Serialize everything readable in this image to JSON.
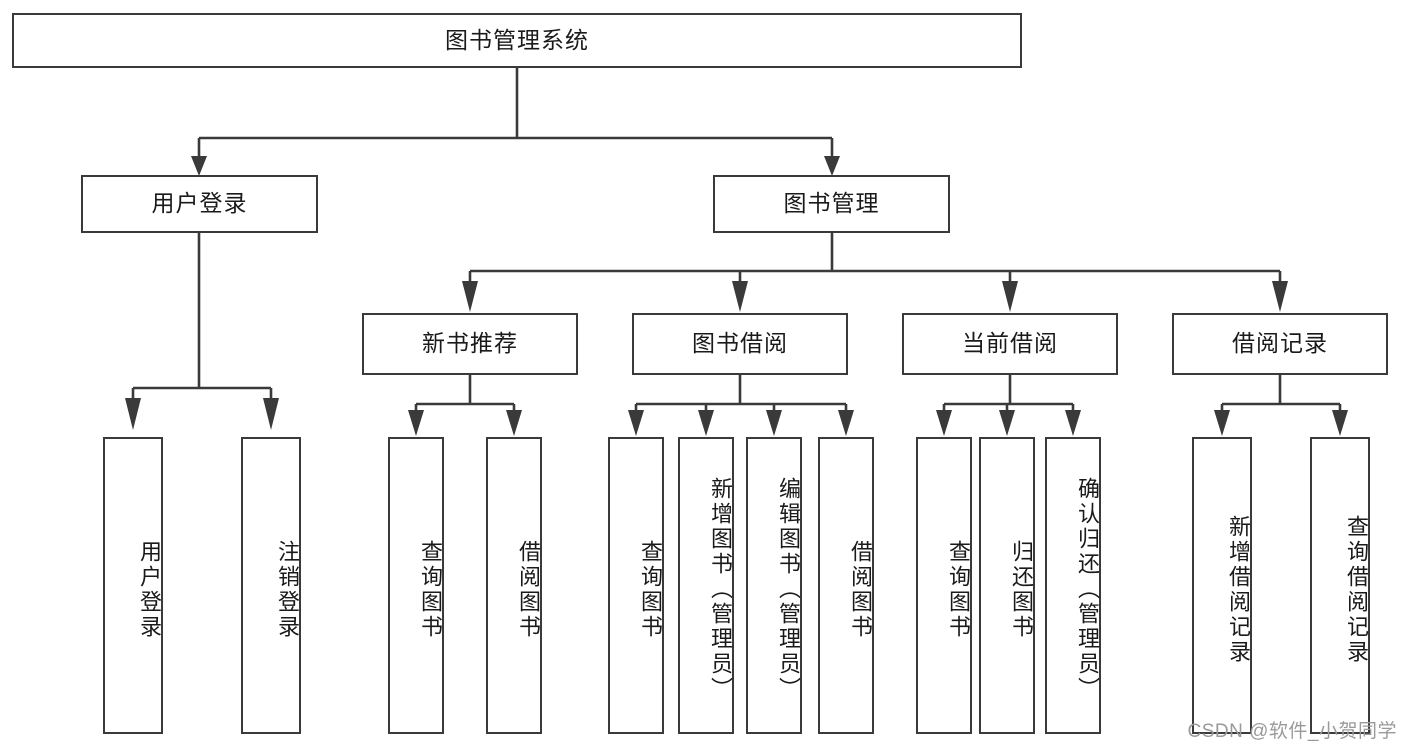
{
  "diagram": {
    "type": "tree",
    "title": "图书管理系统",
    "root": {
      "label": "图书管理系统"
    },
    "level1": [
      {
        "id": "user-login",
        "label": "用户登录"
      },
      {
        "id": "book-manage",
        "label": "图书管理"
      }
    ],
    "level2": [
      {
        "id": "new-book-recommend",
        "label": "新书推荐",
        "parent": "book-manage"
      },
      {
        "id": "book-borrow",
        "label": "图书借阅",
        "parent": "book-manage"
      },
      {
        "id": "current-borrow",
        "label": "当前借阅",
        "parent": "book-manage"
      },
      {
        "id": "borrow-record",
        "label": "借阅记录",
        "parent": "book-manage"
      }
    ],
    "leaves": [
      {
        "id": "leaf-user-login",
        "label": "用户登录",
        "parent": "user-login"
      },
      {
        "id": "leaf-user-logout",
        "label": "注销登录",
        "parent": "user-login"
      },
      {
        "id": "leaf-query-book-1",
        "label": "查询图书",
        "parent": "new-book-recommend"
      },
      {
        "id": "leaf-borrow-book-1",
        "label": "借阅图书",
        "parent": "new-book-recommend"
      },
      {
        "id": "leaf-query-book-2",
        "label": "查询图书",
        "parent": "book-borrow"
      },
      {
        "id": "leaf-add-book",
        "label": "新增图书（管理员）",
        "parent": "book-borrow"
      },
      {
        "id": "leaf-edit-book",
        "label": "编辑图书（管理员）",
        "parent": "book-borrow"
      },
      {
        "id": "leaf-borrow-book-2",
        "label": "借阅图书",
        "parent": "book-borrow"
      },
      {
        "id": "leaf-query-book-3",
        "label": "查询图书",
        "parent": "current-borrow"
      },
      {
        "id": "leaf-return-book",
        "label": "归还图书",
        "parent": "current-borrow"
      },
      {
        "id": "leaf-confirm-return",
        "label": "确认归还（管理员）",
        "parent": "current-borrow"
      },
      {
        "id": "leaf-add-record",
        "label": "新增借阅记录",
        "parent": "borrow-record"
      },
      {
        "id": "leaf-query-record",
        "label": "查询借阅记录",
        "parent": "borrow-record"
      }
    ],
    "colors": {
      "stroke": "#3a3a3a",
      "fill": "#ffffff",
      "text": "#1a1a1a",
      "watermark": "#9a9a9a"
    }
  },
  "watermark": {
    "text": "CSDN @软件_小贺同学"
  }
}
